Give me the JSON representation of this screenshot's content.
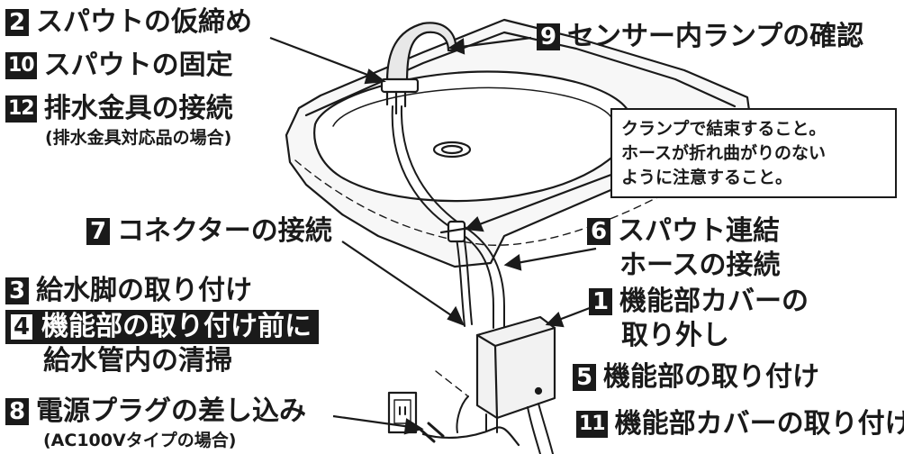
{
  "steps": {
    "s2": {
      "num": "2",
      "text": "スパウトの仮締め"
    },
    "s10": {
      "num": "10",
      "text": "スパウトの固定"
    },
    "s12": {
      "num": "12",
      "text": "排水金具の接続",
      "sub": "(排水金具対応品の場合)"
    },
    "s9": {
      "num": "9",
      "text": "センサー内ランプの確認"
    },
    "s7": {
      "num": "7",
      "text": "コネクターの接続"
    },
    "s6": {
      "num": "6",
      "text": "スパウト連結",
      "line2": "ホースの接続"
    },
    "s3": {
      "num": "3",
      "text": "給水脚の取り付け"
    },
    "s4": {
      "num": "4",
      "text": "機能部の取り付け前に",
      "line2": "給水管内の清掃"
    },
    "s1": {
      "num": "1",
      "text": "機能部カバーの",
      "line2": "取り外し"
    },
    "s5": {
      "num": "5",
      "text": "機能部の取り付け"
    },
    "s8": {
      "num": "8",
      "text": "電源プラグの差し込み",
      "sub": "(AC100Vタイプの場合)"
    },
    "s11": {
      "num": "11",
      "text": "機能部カバーの取り付け"
    }
  },
  "note": {
    "line1": "クランプで結束すること。",
    "line2": "ホースが折れ曲がりのない",
    "line3": "ように注意すること。"
  }
}
